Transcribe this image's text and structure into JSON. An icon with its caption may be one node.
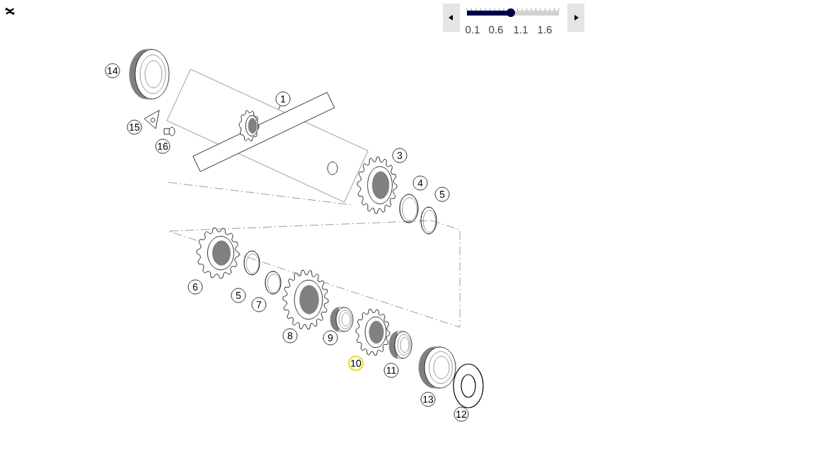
{
  "diagram": {
    "nodes": [
      {
        "text": [
          "1"
        ]
      },
      {
        "text": [],
        "shape": "box"
      }
    ],
    "edges": [
      {
        "from": 0,
        "to": 1,
        "arrow": "none"
      }
    ],
    "labels": [
      "0.1",
      "0.6",
      "1.1",
      "1.6",
      "14",
      "15",
      "16",
      "3",
      "4",
      "5",
      "6",
      "5",
      "7",
      "8",
      "9",
      "10",
      "11",
      "13",
      "12"
    ]
  }
}
